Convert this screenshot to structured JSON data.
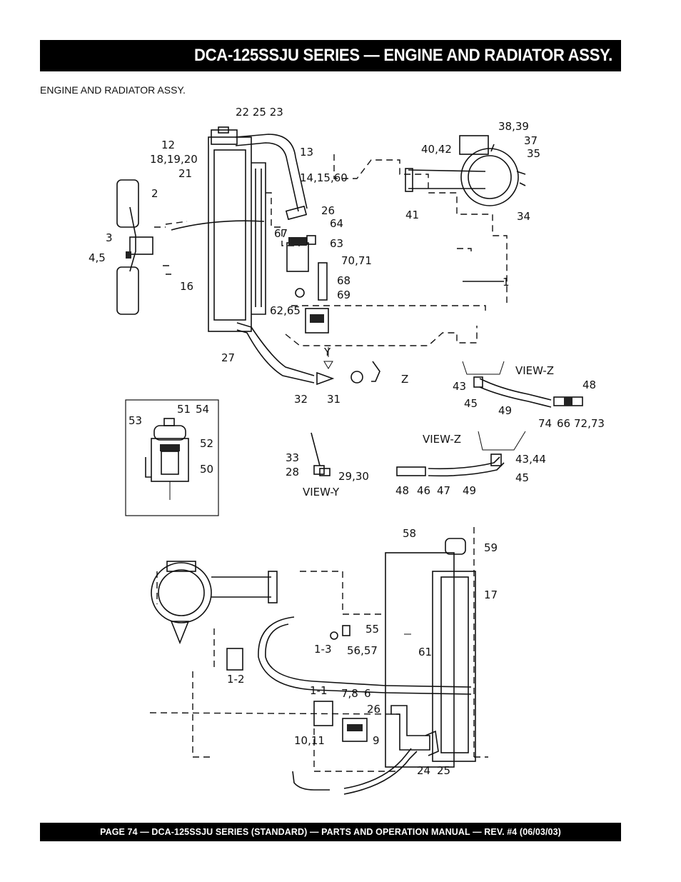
{
  "header": {
    "title": "DCA-125SSJU SERIES —  ENGINE AND RADIATOR ASSY."
  },
  "section": {
    "caption": "ENGINE AND RADIATOR ASSY."
  },
  "footer": {
    "text": "PAGE 74 — DCA-125SSJU SERIES (STANDARD) — PARTS AND OPERATION MANUAL  — REV. #4  (06/03/03)"
  },
  "diagram": {
    "callouts": {
      "c22_25_23": "22 25 23",
      "c12": "12",
      "c18_19_20": "18,19,20",
      "c21": "21",
      "c2": "2",
      "c3": "3",
      "c4_5": "4,5",
      "c16": "16",
      "c13": "13",
      "c14_15_60": "14,15,60",
      "c26a": "26",
      "c64": "64",
      "c67": "67",
      "c63": "63",
      "c70_71": "70,71",
      "c68": "68",
      "c69": "69",
      "c62_65": "62,65",
      "c27": "27",
      "cY": "Y",
      "c32": "32",
      "c31": "31",
      "cZ": "Z",
      "c40_42": "40,42",
      "c38_39": "38,39",
      "c37": "37",
      "c35": "35",
      "c41": "41",
      "c34": "34",
      "c1": "1",
      "viewZ1": "VIEW-Z",
      "c43": "43",
      "c45a": "45",
      "c49a": "49",
      "c48a": "48",
      "c74": "74",
      "c66": "66",
      "c72_73": "72,73",
      "c53": "53",
      "c51": "51",
      "c54": "54",
      "c52": "52",
      "c50": "50",
      "c33": "33",
      "c28": "28",
      "c29_30": "29,30",
      "viewY": "VIEW-Y",
      "viewZ2": "VIEW-Z",
      "c43_44": "43,44",
      "c45b": "45",
      "c48b": "48",
      "c46": "46",
      "c47": "47",
      "c49b": "49",
      "c58": "58",
      "c59": "59",
      "c17": "17",
      "c55": "55",
      "c1_3": "1-3",
      "c56_57": "56,57",
      "c61": "61",
      "c1_2": "1-2",
      "c1_1": "1-1",
      "c7_8": "7,8",
      "c6": "6",
      "c26b": "26",
      "c10_11": "10,11",
      "c9": "9",
      "c24": "24",
      "c25": "25"
    }
  }
}
